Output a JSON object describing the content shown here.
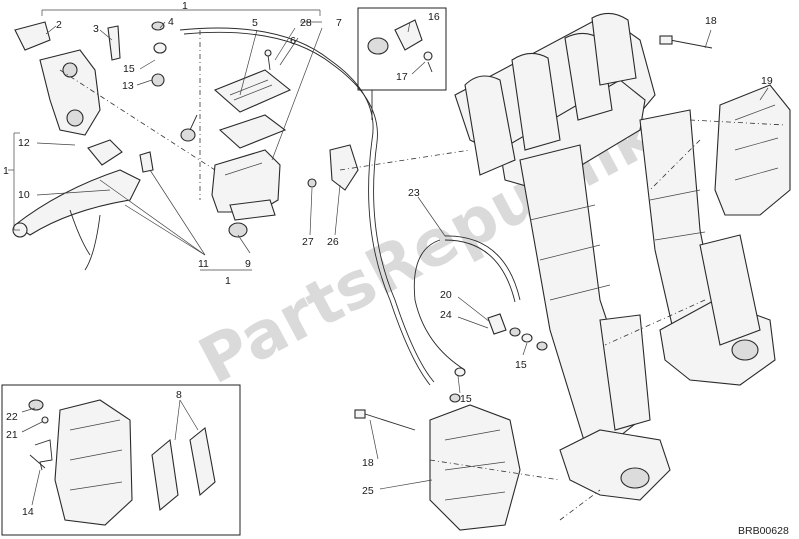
{
  "diagram": {
    "watermark": "PartsRepublik",
    "drawing_code": "BRB00628",
    "callouts": [
      {
        "id": "c1a",
        "text": "1"
      },
      {
        "id": "c2",
        "text": "2"
      },
      {
        "id": "c3",
        "text": "3"
      },
      {
        "id": "c4",
        "text": "4"
      },
      {
        "id": "c5",
        "text": "5"
      },
      {
        "id": "c28",
        "text": "28"
      },
      {
        "id": "c7",
        "text": "7"
      },
      {
        "id": "c6",
        "text": "6"
      },
      {
        "id": "c15a",
        "text": "15"
      },
      {
        "id": "c13",
        "text": "13"
      },
      {
        "id": "c16",
        "text": "16"
      },
      {
        "id": "c17",
        "text": "17"
      },
      {
        "id": "c18a",
        "text": "18"
      },
      {
        "id": "c19",
        "text": "19"
      },
      {
        "id": "c12",
        "text": "12"
      },
      {
        "id": "c1b",
        "text": "1"
      },
      {
        "id": "c10",
        "text": "10"
      },
      {
        "id": "c11",
        "text": "11"
      },
      {
        "id": "c9",
        "text": "9"
      },
      {
        "id": "c1c",
        "text": "1"
      },
      {
        "id": "c27",
        "text": "27"
      },
      {
        "id": "c26",
        "text": "26"
      },
      {
        "id": "c23",
        "text": "23"
      },
      {
        "id": "c20",
        "text": "20"
      },
      {
        "id": "c24",
        "text": "24"
      },
      {
        "id": "c15b",
        "text": "15"
      },
      {
        "id": "c15c",
        "text": "15"
      },
      {
        "id": "c22",
        "text": "22"
      },
      {
        "id": "c21",
        "text": "21"
      },
      {
        "id": "c8",
        "text": "8"
      },
      {
        "id": "c14",
        "text": "14"
      },
      {
        "id": "c18b",
        "text": "18"
      },
      {
        "id": "c25",
        "text": "25"
      }
    ]
  }
}
